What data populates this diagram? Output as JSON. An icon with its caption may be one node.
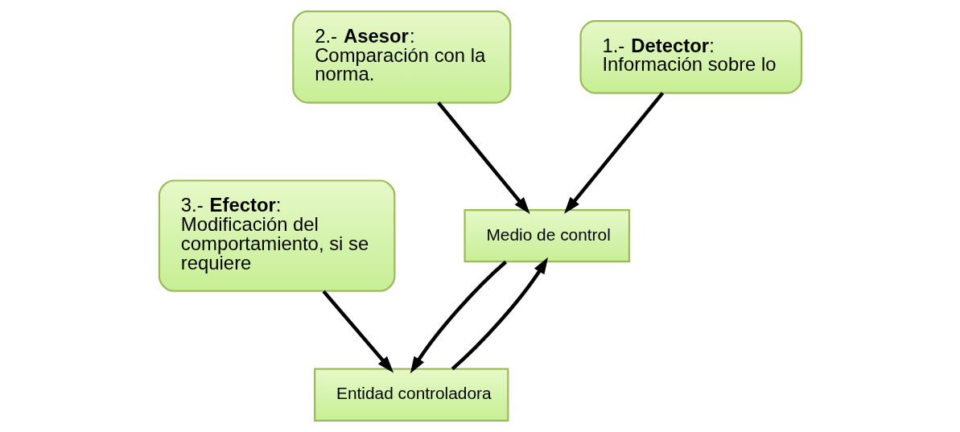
{
  "diagram": {
    "nodes": [
      {
        "text": [
          "Medio de control"
        ]
      },
      {
        "text": [
          "2.- **Asesor**: Comparación con la norma."
        ]
      },
      {
        "text": [
          "1.- **Detector**: Información sobre lo"
        ]
      },
      {
        "text": [
          "3.- **Efector**: Modificación del comportamiento, si se requiere"
        ]
      },
      {
        "text": [
          "Entidad controladora"
        ]
      }
    ],
    "edges": [
      {
        "from": 1,
        "to": 0,
        "arrow": "to"
      },
      {
        "from": 4,
        "to": 0,
        "arrow": "to"
      },
      {
        "from": 2,
        "to": 0,
        "arrow": "to"
      },
      {
        "from": 0,
        "to": 4,
        "arrow": "to"
      },
      {
        "from": 3,
        "to": 4,
        "arrow": "to"
      }
    ]
  }
}
